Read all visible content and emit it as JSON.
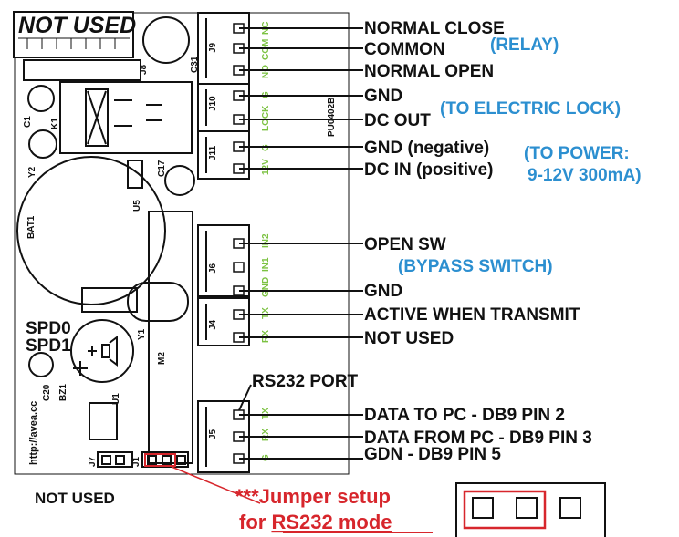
{
  "labels": {
    "not_used_top": "NOT USED",
    "normal_close": "NORMAL CLOSE",
    "common": "COMMON",
    "relay": "(RELAY)",
    "normal_open": "NORMAL OPEN",
    "gnd_lock": "GND",
    "to_electric_lock": "(TO ELECTRIC LOCK)",
    "dc_out": "DC OUT",
    "gnd_negative": "GND (negative)",
    "to_power": "(TO POWER:",
    "power_spec": "9-12V 300mA)",
    "dc_in": "DC IN (positive)",
    "open_sw": "OPEN SW",
    "bypass_switch": "(BYPASS SWITCH)",
    "gnd_sw": "GND",
    "active_transmit": "ACTIVE WHEN TRANSMIT",
    "not_used_j4": "NOT USED",
    "spd0": "SPD0",
    "spd1": "SPD1",
    "rs232_port": "RS232 PORT",
    "data_to_pc": "DATA TO PC - DB9 PIN 2",
    "data_from_pc": "DATA FROM PC - DB9 PIN 3",
    "gdn_db9": "GDN - DB9 PIN 5",
    "not_used_bottom": "NOT USED",
    "jumper_setup": "***Jumper setup",
    "for_text": "for ",
    "rs232_mode": "RS232 mode"
  },
  "silkscreen": {
    "j9": "J9",
    "j10": "J10",
    "j11": "J11",
    "j6": "J6",
    "j4": "J4",
    "j5": "J5",
    "j7": "J7",
    "j1": "J1",
    "j8": "J8",
    "c31": "C31",
    "c1": "C1",
    "k1": "K1",
    "y2": "Y2",
    "c17": "C17",
    "u5": "U5",
    "bat1": "BAT1",
    "y1": "Y1",
    "m2": "M2",
    "u1": "U1",
    "c20": "C20",
    "bz1": "BZ1",
    "website": "http://avea.cc",
    "model": "PU0402B"
  },
  "pin_labels": {
    "j9": [
      "NC",
      "COM",
      "NO"
    ],
    "j10": [
      "G",
      "LOCK"
    ],
    "j11": [
      "G",
      "12V"
    ],
    "j6": [
      "IN2",
      "IN1",
      "GND"
    ],
    "j4": [
      "TX",
      "RX"
    ],
    "j5": [
      "TX",
      "RX",
      "G"
    ]
  },
  "colors": {
    "label": "#111111",
    "accent_blue": "#2c8fd0",
    "highlight_red": "#d7262c",
    "pin_green": "#7cc242"
  }
}
